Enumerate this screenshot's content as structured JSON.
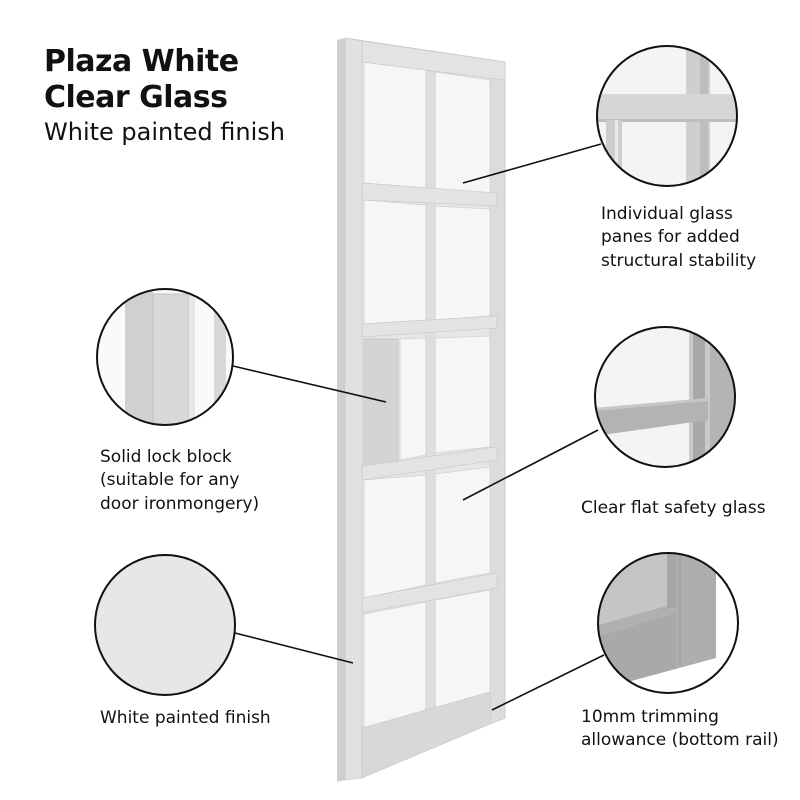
{
  "product": {
    "name_line1": "Plaza White",
    "name_line2": "Clear Glass",
    "finish": "White painted finish"
  },
  "callouts": [
    {
      "id": "glass-panes",
      "side": "right",
      "lines": [
        "Individual glass",
        "panes for added",
        "structural stability"
      ]
    },
    {
      "id": "lock-block",
      "side": "left",
      "lines": [
        "Solid lock block",
        "(suitable for any",
        "door ironmongery)"
      ]
    },
    {
      "id": "safety-glass",
      "side": "right",
      "lines": [
        "Clear flat safety glass"
      ]
    },
    {
      "id": "painted-finish",
      "side": "left",
      "lines": [
        "White painted finish"
      ]
    },
    {
      "id": "trimming",
      "side": "right",
      "lines": [
        "10mm trimming",
        "allowance (bottom rail)"
      ]
    }
  ],
  "door": {
    "columns": 2,
    "rows": 5,
    "frame_color": "#e4e5e2",
    "shade_color": "#c9cac7",
    "glass_color": "#f7f8f7"
  },
  "colors": {
    "outline": "#111111",
    "background": "#ffffff"
  }
}
